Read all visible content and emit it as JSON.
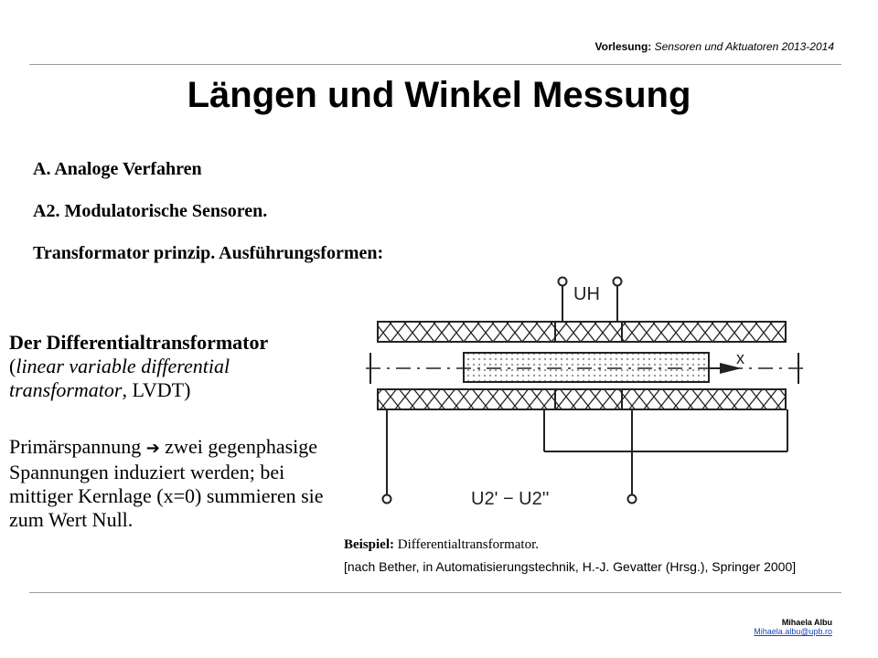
{
  "header": {
    "course_label": "Vorlesung:",
    "course_name": "Sensoren und Aktuatoren 2013-2014"
  },
  "title": "Längen und Winkel Messung",
  "sections": {
    "a": "A. Analoge Verfahren",
    "a2": "A2. Modulatorische Sensoren.",
    "principle": "Transformator prinzip. Ausführungsformen:"
  },
  "description": {
    "heading": "Der Differentialtransformator",
    "paren_open": "(",
    "english_name": "linear variable differential transformator",
    "abbrev": ", LVDT)",
    "p1_start": "Primärspannung",
    "arrow": "➔",
    "p1_rest": " zwei gegenphasige Spannungen induziert werden; bei mittiger Kernlage (x=0) summieren sie zum Wert Null."
  },
  "figure": {
    "label_uh": "UH",
    "label_x": "x",
    "label_u2": "U2' − U2''"
  },
  "caption": {
    "label": "Beispiel:",
    "text": " Differentialtransformator.",
    "source": "[nach Bether, in Automatisierungstechnik, H.-J. Gevatter (Hrsg.), Springer 2000]"
  },
  "author": {
    "name": "Mihaela Albu",
    "email": "Mihaela.albu@upb.ro"
  }
}
